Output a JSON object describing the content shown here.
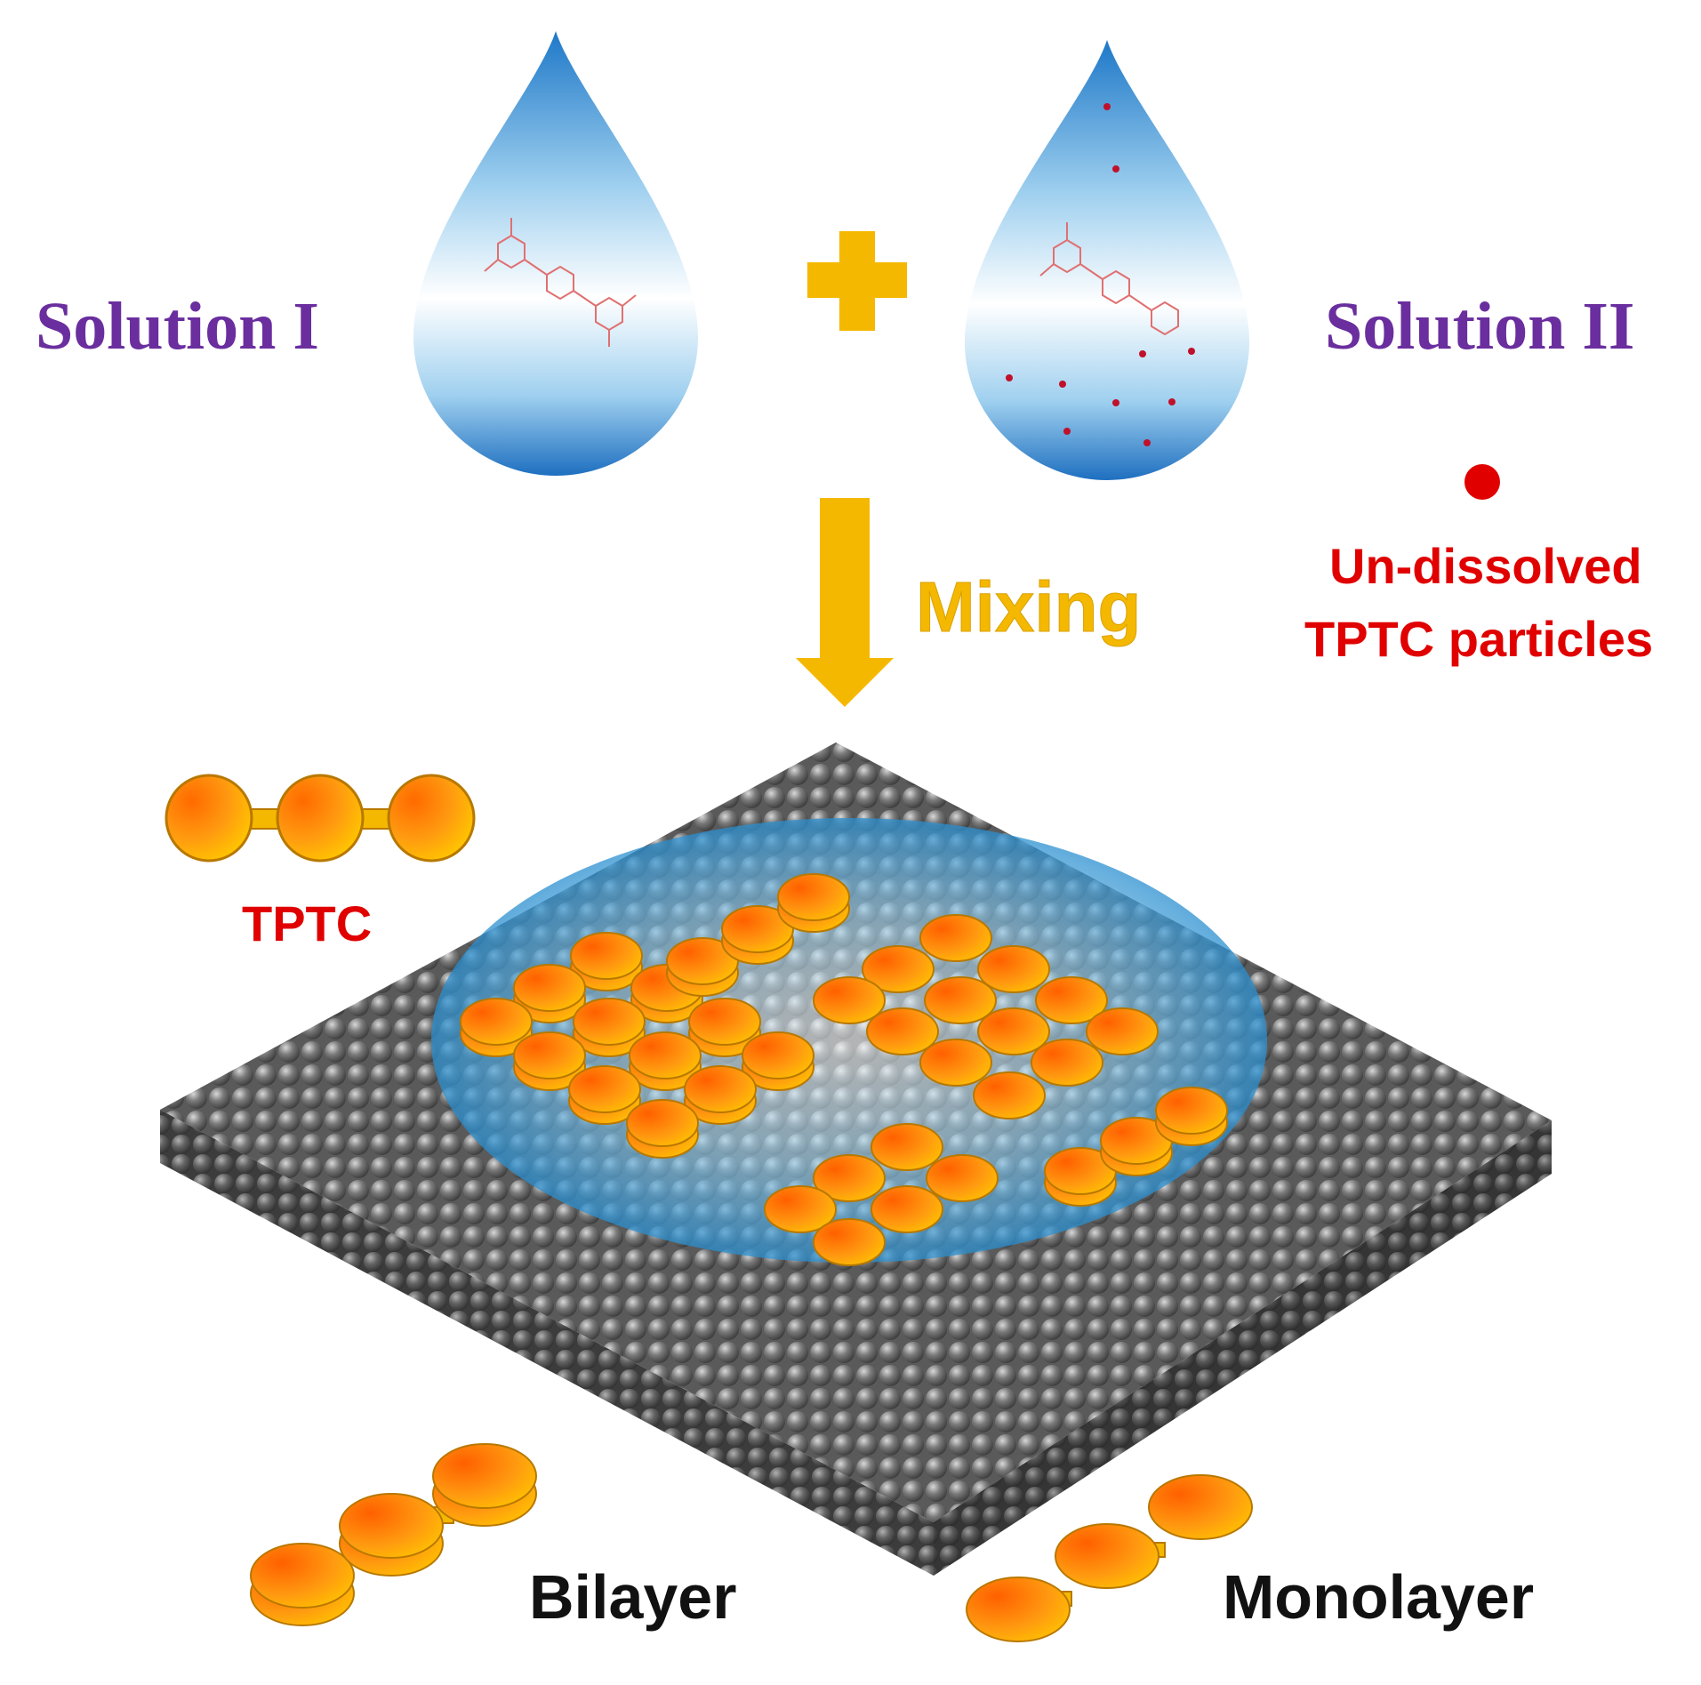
{
  "labels": {
    "solution1": "Solution I",
    "solution2": "Solution II",
    "mixing": "Mixing",
    "particles_line1": "Un-dissolved",
    "particles_line2": "TPTC particles",
    "tptc": "TPTC",
    "bilayer": "Bilayer",
    "monolayer": "Monolayer"
  },
  "colors": {
    "solution_text": "#6a2e9e",
    "accent_yellow": "#f5b800",
    "particle_red": "#e00000",
    "water_blue": "#1e78c8",
    "substrate_gray": "#6e6e6e",
    "molecule_orange": "#ff7a00"
  },
  "icons": {
    "plus": "plus-icon",
    "arrow": "down-arrow-icon",
    "drop": "water-drop-icon",
    "molecule": "tptc-molecule-icon"
  }
}
